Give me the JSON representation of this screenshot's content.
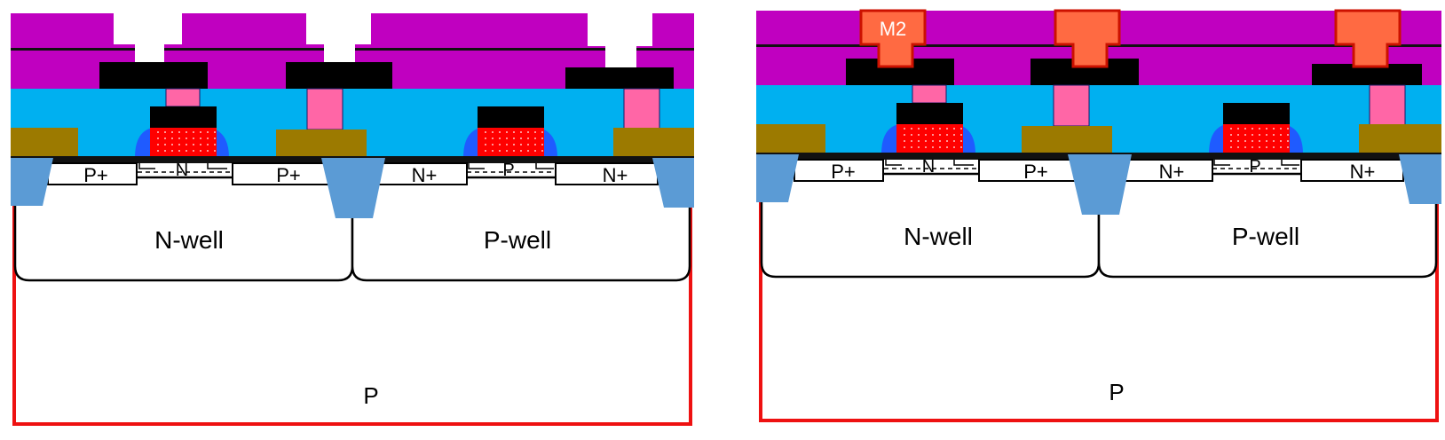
{
  "panels": [
    {
      "id": "left",
      "labels": {
        "substrate": "P",
        "nwell": "N-well",
        "pwell": "P-well",
        "nmos_source": "P+",
        "nmos_channel": "N",
        "nmos_drain": "P+",
        "pmos_source": "N+",
        "pmos_channel": "P",
        "pmos_drain": "N+"
      }
    },
    {
      "id": "right",
      "labels": {
        "substrate": "P",
        "nwell": "N-well",
        "pwell": "P-well",
        "nmos_source": "P+",
        "nmos_channel": "N",
        "nmos_drain": "P+",
        "pmos_source": "N+",
        "pmos_channel": "P",
        "pmos_drain": "N+",
        "metal2": "M2"
      }
    }
  ],
  "colors": {
    "substrate_border": "#ee1111",
    "oxide": "#00b0f0",
    "imd": "#c000c0",
    "metal1": "#000000",
    "contact": "#ff66a6",
    "gate": "#ff0000",
    "spacer": "#1f5bff",
    "sti": "#5b9bd5",
    "silicide_block": "#9c7a00",
    "metal2": "#ff6a42",
    "metal2_border": "#cc1100"
  }
}
